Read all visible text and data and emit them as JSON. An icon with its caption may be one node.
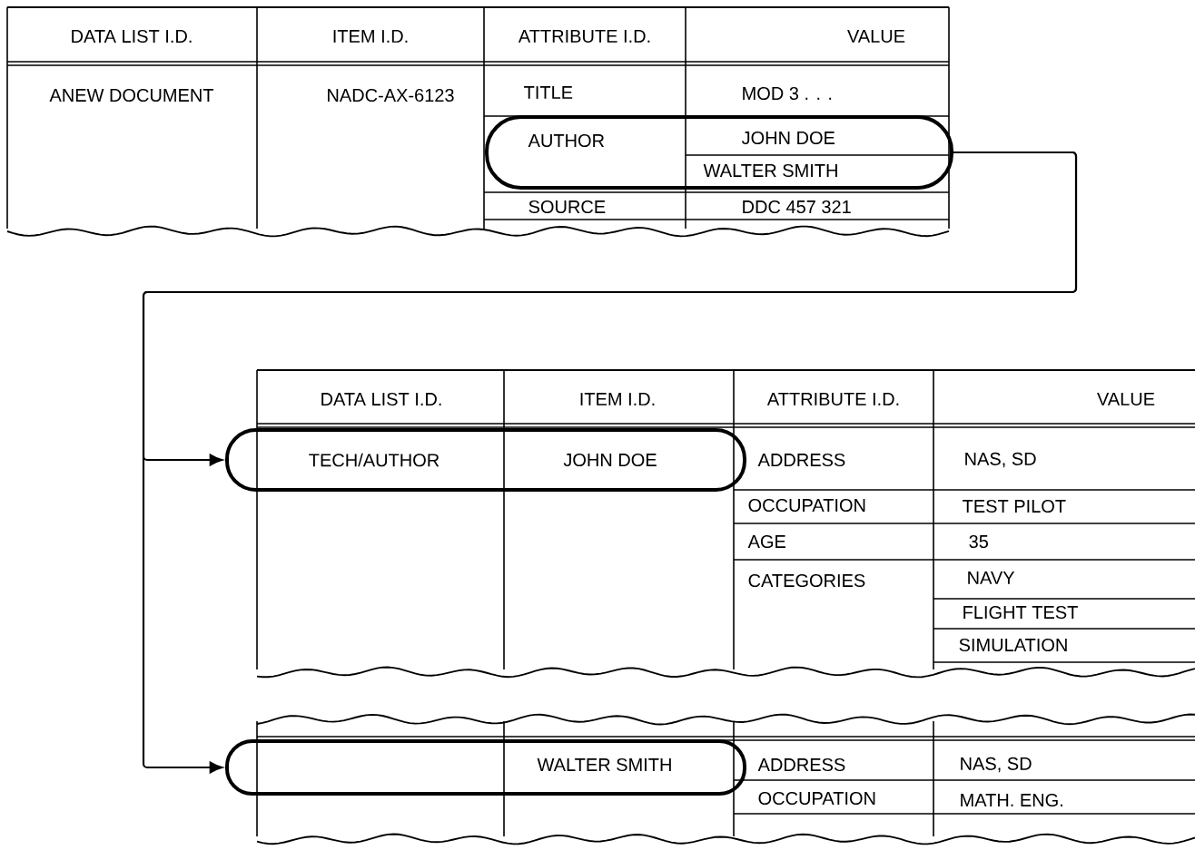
{
  "diagram": {
    "nodes": [
      {
        "text": [
          "AUTHOR",
          "JOHN DOE",
          "WALTER SMITH"
        ]
      },
      {
        "text": [
          "TECH/AUTHOR",
          "JOHN DOE"
        ]
      },
      {
        "text": [
          "WALTER SMITH"
        ]
      }
    ],
    "edges": [
      {
        "from": 0,
        "to": 1,
        "arrow": "to"
      },
      {
        "from": 0,
        "to": 2,
        "arrow": "to"
      }
    ],
    "labels": [
      "DATA LIST I.D.",
      "ITEM I.D.",
      "ATTRIBUTE I.D.",
      "VALUE",
      "ANEW DOCUMENT",
      "NADC-AX-6123",
      "TITLE",
      "MOD 3 . . .",
      "SOURCE",
      "DDC 457 321",
      "DATA LIST I.D.",
      "ITEM I.D.",
      "ATTRIBUTE I.D.",
      "VALUE",
      "ADDRESS",
      "NAS, SD",
      "OCCUPATION",
      "TEST PILOT",
      "AGE",
      "35",
      "CATEGORIES",
      "NAVY",
      "FLIGHT TEST",
      "SIMULATION",
      "ADDRESS",
      "NAS, SD",
      "OCCUPATION",
      "MATH. ENG."
    ]
  }
}
